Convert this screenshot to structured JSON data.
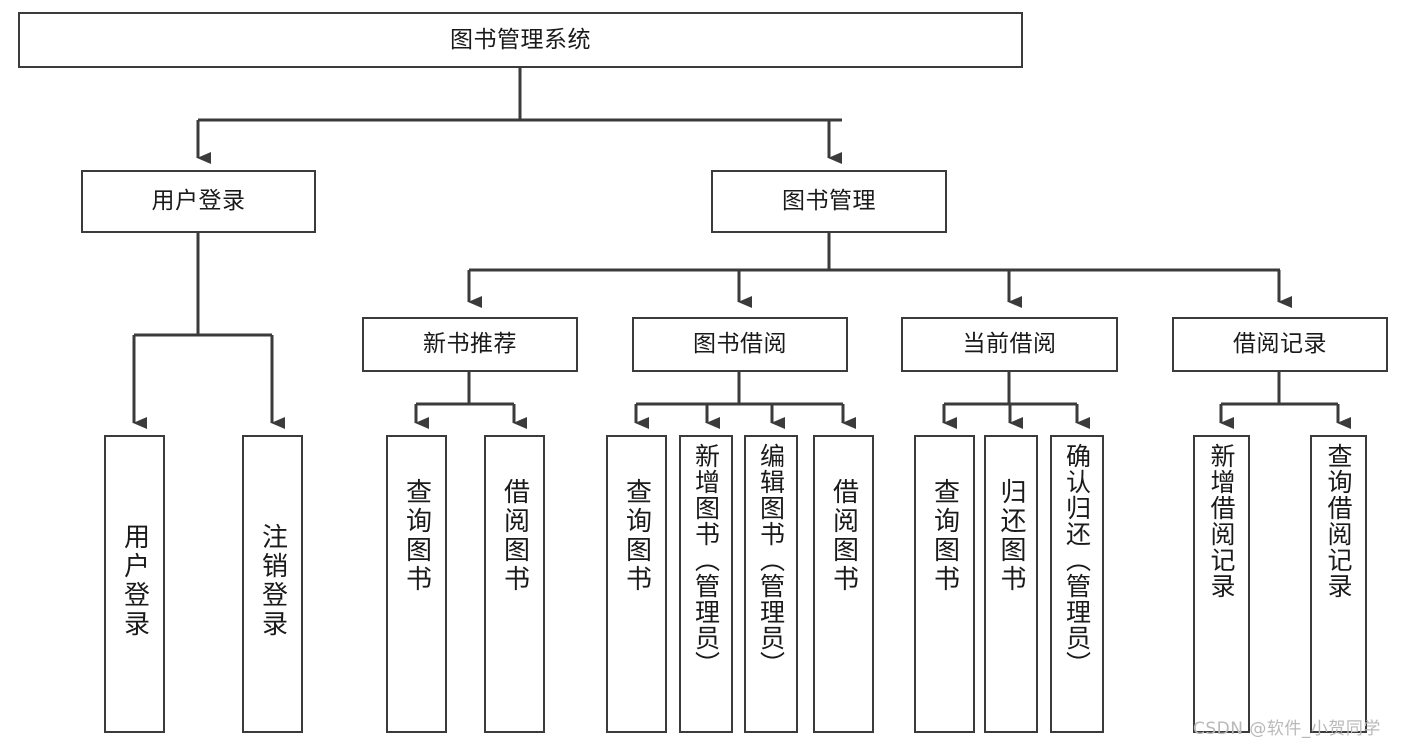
{
  "diagram": {
    "type": "tree",
    "title": "图书管理系统",
    "root": {
      "id": "root",
      "label": "图书管理系统"
    },
    "level2": [
      {
        "id": "user-login",
        "label": "用户登录"
      },
      {
        "id": "book-management",
        "label": "图书管理"
      }
    ],
    "level3": [
      {
        "id": "new-book-recommend",
        "label": "新书推荐",
        "parent": "book-management"
      },
      {
        "id": "book-borrow",
        "label": "图书借阅",
        "parent": "book-management"
      },
      {
        "id": "current-borrow",
        "label": "当前借阅",
        "parent": "book-management"
      },
      {
        "id": "borrow-record",
        "label": "借阅记录",
        "parent": "book-management"
      }
    ],
    "leaves": [
      {
        "id": "leaf-user-login",
        "label": "用户登录",
        "parent": "user-login"
      },
      {
        "id": "leaf-logout-login",
        "label": "注销登录",
        "parent": "user-login"
      },
      {
        "id": "leaf-query-book-1",
        "label": "查询图书",
        "parent": "new-book-recommend"
      },
      {
        "id": "leaf-borrow-book-1",
        "label": "借阅图书",
        "parent": "new-book-recommend"
      },
      {
        "id": "leaf-query-book-2",
        "label": "查询图书",
        "parent": "book-borrow"
      },
      {
        "id": "leaf-add-book",
        "label": "新增图书（管理员）",
        "parent": "book-borrow"
      },
      {
        "id": "leaf-edit-book",
        "label": "编辑图书（管理员）",
        "parent": "book-borrow"
      },
      {
        "id": "leaf-borrow-book-2",
        "label": "借阅图书",
        "parent": "book-borrow"
      },
      {
        "id": "leaf-query-book-3",
        "label": "查询图书",
        "parent": "current-borrow"
      },
      {
        "id": "leaf-return-book",
        "label": "归还图书",
        "parent": "current-borrow"
      },
      {
        "id": "leaf-confirm-return",
        "label": "确认归还（管理员）",
        "parent": "current-borrow"
      },
      {
        "id": "leaf-add-record",
        "label": "新增借阅记录",
        "parent": "borrow-record"
      },
      {
        "id": "leaf-query-record",
        "label": "查询借阅记录",
        "parent": "borrow-record"
      }
    ],
    "colors": {
      "stroke": "#3b3b3b",
      "fill": "#ffffff",
      "text": "#1a1a1a",
      "watermark": "#b9b9b9"
    }
  },
  "watermark": {
    "text": "CSDN @软件_小贺同学"
  }
}
